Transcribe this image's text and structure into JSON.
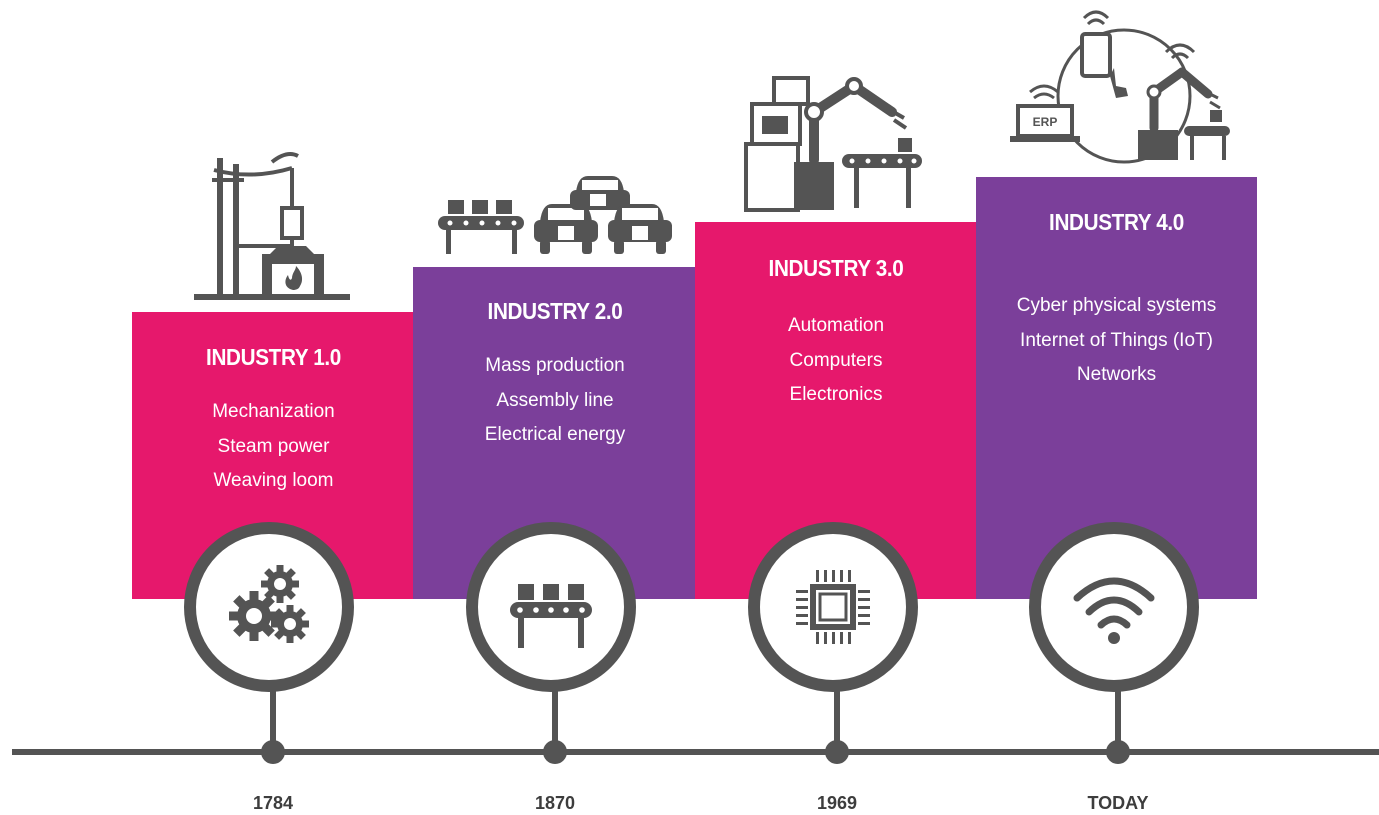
{
  "colors": {
    "pink": "#e6186c",
    "purple": "#7b3f9a",
    "dark_gray": "#545454",
    "white": "#ffffff"
  },
  "stages": [
    {
      "title": "INDUSTRY 1.0",
      "items": [
        "Mechanization",
        "Steam power",
        "Weaving loom"
      ],
      "year": "1784",
      "icon": "gears-icon",
      "illustration": "steam-engine-icon",
      "color": "#e6186c"
    },
    {
      "title": "INDUSTRY 2.0",
      "items": [
        "Mass production",
        "Assembly line",
        "Electrical energy"
      ],
      "year": "1870",
      "icon": "conveyor-belt-icon",
      "illustration": "assembly-line-cars-icon",
      "color": "#7b3f9a"
    },
    {
      "title": "INDUSTRY 3.0",
      "items": [
        "Automation",
        "Computers",
        "Electronics"
      ],
      "year": "1969",
      "icon": "microchip-icon",
      "illustration": "robot-arm-computer-icon",
      "color": "#e6186c"
    },
    {
      "title": "INDUSTRY 4.0",
      "items": [
        "Cyber physical systems",
        "Internet of Things (IoT)",
        "Networks"
      ],
      "year": "TODAY",
      "icon": "wifi-icon",
      "illustration": "connected-erp-robot-icon",
      "illustration_label": "ERP",
      "color": "#7b3f9a"
    }
  ]
}
